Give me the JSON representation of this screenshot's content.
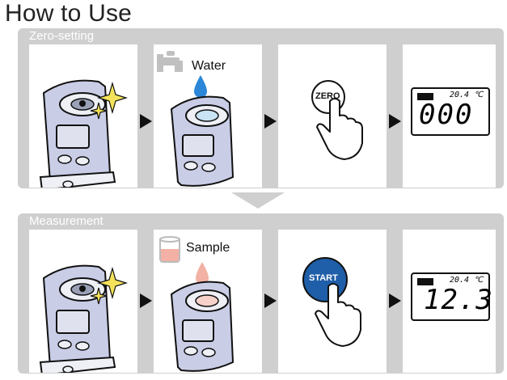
{
  "title": "How to Use",
  "sections": [
    {
      "label": "Zero-setting",
      "water_label": "Water",
      "button_label": "ZERO",
      "display": {
        "temp": "20.4 ℃",
        "reading": "000"
      }
    },
    {
      "label": "Measurement",
      "sample_label": "Sample",
      "button_label": "START",
      "display": {
        "temp": "20.4 ℃",
        "reading": "12.3"
      }
    }
  ],
  "colors": {
    "section_bg": "#cfcfcf",
    "device_body": "#c9cde6",
    "water_drop": "#2b87d8",
    "sample_drop": "#f2b1a4",
    "start_button": "#1f5ea8",
    "sparkle": "#f4e35a"
  },
  "icons": [
    "faucet-icon",
    "water-drop-icon",
    "beaker-icon",
    "sample-drop-icon",
    "sparkle-icon",
    "pointing-hand-icon",
    "battery-icon"
  ]
}
